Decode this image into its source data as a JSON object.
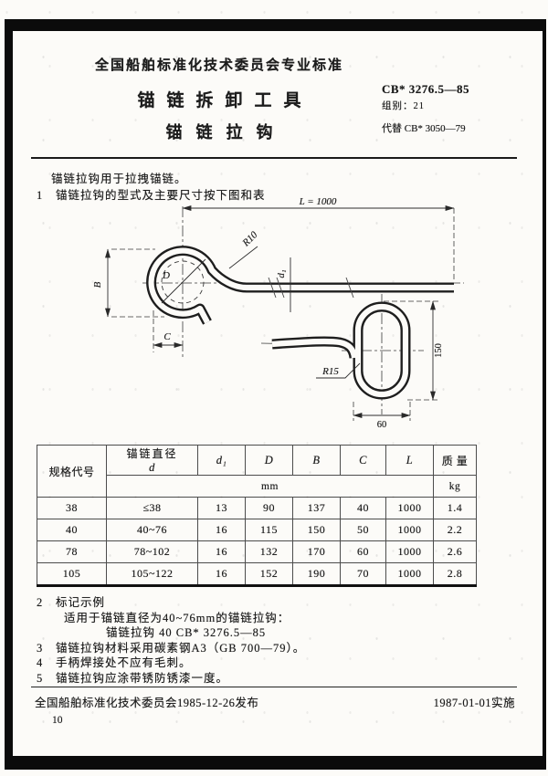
{
  "colors": {
    "ink": "#1c1c1c",
    "paper": "#fcfbf8"
  },
  "header": {
    "org_line": "全国船舶标准化技术委员会专业标准",
    "title_line1": "锚链拆卸工具",
    "title_line2": "锚链拉钩",
    "std_no": "CB* 3276.5—85",
    "group": "组别：21",
    "replaces": "代替 CB* 3050—79"
  },
  "intro": {
    "sentence": "锚链拉钩用于拉拽锚链。",
    "clause1_no": "1",
    "clause1_text": "锚链拉钩的型式及主要尺寸按下图和表"
  },
  "drawing": {
    "dim_L": "L = 1000",
    "dim_B": "B",
    "dim_C": "C",
    "dim_D": "D",
    "dim_d1": "d₁",
    "dim_R10": "R10",
    "dim_R15": "R15",
    "dim_150": "150",
    "dim_60": "60"
  },
  "table": {
    "col_spec": "规格代号",
    "col_chain_dia": "锚链直径",
    "col_chain_dia_sym": "d",
    "col_d1": "d₁",
    "col_D": "D",
    "col_B": "B",
    "col_C": "C",
    "col_L": "L",
    "col_mass": "质 量",
    "unit_mm": "mm",
    "unit_kg": "kg",
    "rows": [
      [
        "38",
        "≤38",
        "13",
        "90",
        "137",
        "40",
        "1000",
        "1.4"
      ],
      [
        "40",
        "40~76",
        "16",
        "115",
        "150",
        "50",
        "1000",
        "2.2"
      ],
      [
        "78",
        "78~102",
        "16",
        "132",
        "170",
        "60",
        "1000",
        "2.6"
      ],
      [
        "105",
        "105~122",
        "16",
        "152",
        "190",
        "70",
        "1000",
        "2.8"
      ]
    ]
  },
  "notes": {
    "c2_no": "2",
    "c2_title": "标记示例",
    "c2_line1": "适用于锚链直径为40~76mm的锚链拉钩：",
    "c2_line2": "锚链拉钩  40  CB* 3276.5—85",
    "c3_no": "3",
    "c3_text": "锚链拉钩材料采用碳素钢A3（GB 700—79）。",
    "c4_no": "4",
    "c4_text": "手柄焊接处不应有毛刺。",
    "c5_no": "5",
    "c5_text": "锚链拉钩应涂带锈防锈漆一度。"
  },
  "footer": {
    "issued": "全国船舶标准化技术委员会1985-12-26发布",
    "effective": "1987-01-01实施",
    "page_no": "10"
  }
}
